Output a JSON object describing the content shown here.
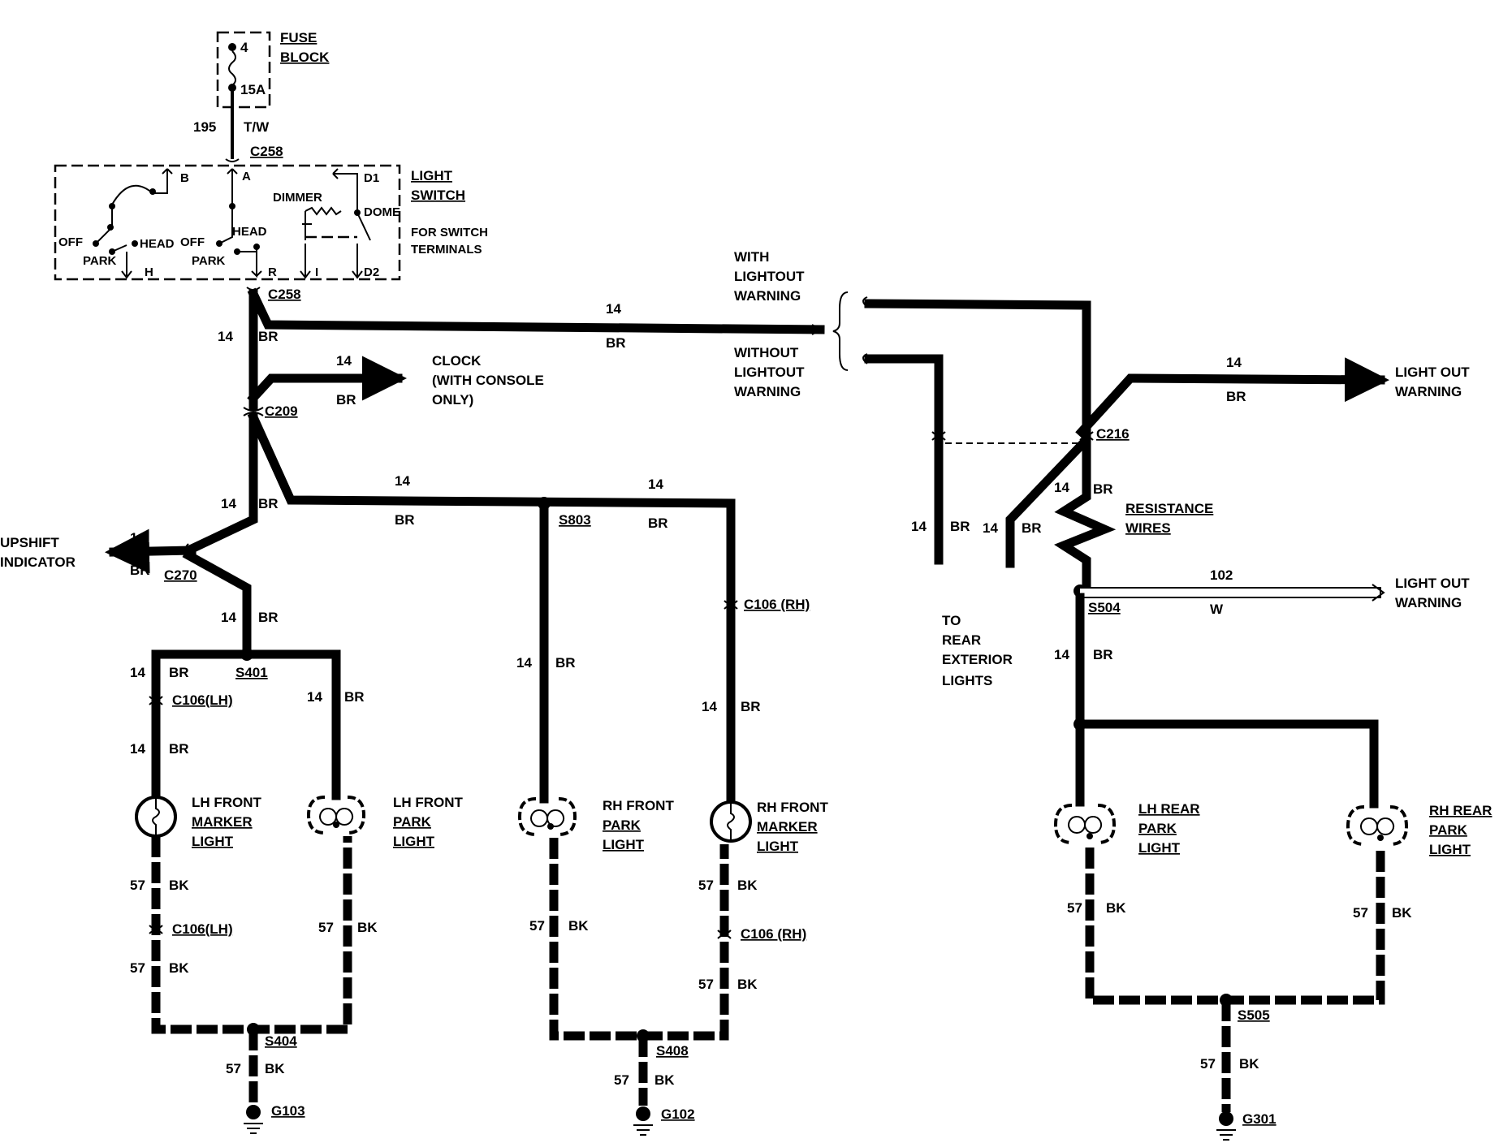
{
  "fuse_block": {
    "title1": "FUSE",
    "title2": "BLOCK",
    "number": "4",
    "rating": "15A"
  },
  "feed_wire": {
    "gauge": "195",
    "color": "T/W"
  },
  "connectors": {
    "c258_top": "C258",
    "c258_bottom": "C258",
    "c209": "C209",
    "c270": "C270",
    "c106lh_a": "C106(LH)",
    "c106lh_b": "C106(LH)",
    "c106rh_a": "C106 (RH)",
    "c106rh_b": "C106 (RH)",
    "c216": "C216"
  },
  "splices": {
    "s401": "S401",
    "s803": "S803",
    "s404": "S404",
    "s408": "S408",
    "s504": "S504",
    "s505": "S505"
  },
  "grounds": {
    "g103": "G103",
    "g102": "G102",
    "g301": "G301"
  },
  "light_switch": {
    "title1": "LIGHT",
    "title2": "SWITCH",
    "note1": "FOR SWITCH",
    "note2": "TERMINALS",
    "dimmer": "DIMMER",
    "dome": "DOME",
    "head1": "HEAD",
    "head2": "HEAD",
    "off1": "OFF",
    "off2": "OFF",
    "park1": "PARK",
    "park2": "PARK",
    "t_b": "B",
    "t_a": "A",
    "t_d1": "D1",
    "t_h": "H",
    "t_r": "R",
    "t_i": "I",
    "t_d2": "D2"
  },
  "wire_labels": {
    "g14": "14",
    "br": "BR",
    "g57": "57",
    "bk": "BK",
    "g102": "102",
    "w": "W"
  },
  "destinations": {
    "clock1": "CLOCK",
    "clock2": "(WITH CONSOLE",
    "clock3": "ONLY)",
    "upshift1": "UPSHIFT",
    "upshift2": "INDICATOR",
    "with1": "WITH",
    "with2": "LIGHTOUT",
    "with3": "WARNING",
    "without1": "WITHOUT",
    "without2": "LIGHTOUT",
    "without3": "WARNING",
    "low1": "LIGHT OUT",
    "low2": "WARNING",
    "low3": "LIGHT OUT",
    "low4": "WARNING",
    "rear1": "TO",
    "rear2": "REAR",
    "rear3": "EXTERIOR",
    "rear4": "LIGHTS",
    "resist1": "RESISTANCE",
    "resist2": "WIRES"
  },
  "lamps": {
    "lh_front_marker": [
      "LH FRONT",
      "MARKER",
      "LIGHT"
    ],
    "lh_front_park": [
      "LH FRONT",
      "PARK",
      "LIGHT"
    ],
    "rh_front_park": [
      "RH FRONT",
      "PARK",
      "LIGHT"
    ],
    "rh_front_marker": [
      "RH FRONT",
      "MARKER",
      "LIGHT"
    ],
    "lh_rear_park": [
      "LH REAR",
      "PARK",
      "LIGHT"
    ],
    "rh_rear_park": [
      "RH REAR",
      "PARK",
      "LIGHT"
    ]
  }
}
